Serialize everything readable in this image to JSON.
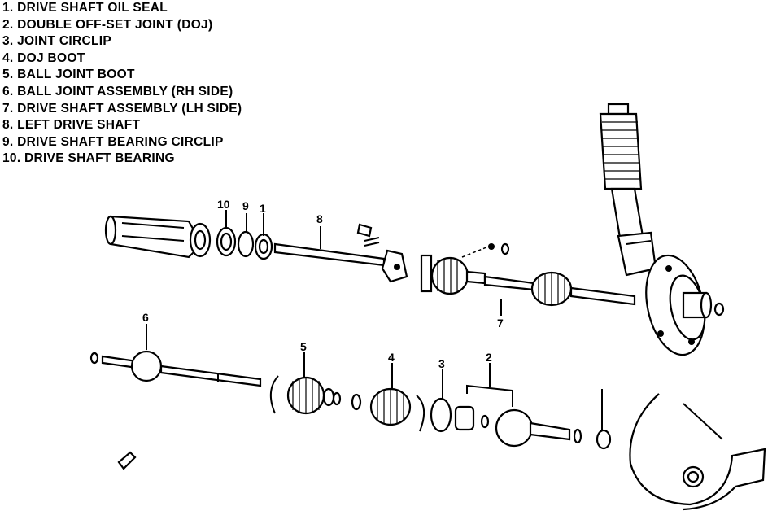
{
  "legend": [
    "1. DRIVE SHAFT OIL SEAL",
    "2. DOUBLE OFF-SET JOINT (DOJ)",
    "3. JOINT CIRCLIP",
    "4. DOJ BOOT",
    "5. BALL JOINT BOOT",
    "6. BALL JOINT ASSEMBLY (RH SIDE)",
    "7. DRIVE SHAFT ASSEMBLY (LH SIDE)",
    "8. LEFT DRIVE SHAFT",
    "9. DRIVE SHAFT BEARING CIRCLIP",
    "10. DRIVE SHAFT BEARING"
  ],
  "callouts": {
    "c1": "1",
    "c2": "2",
    "c3": "3",
    "c4": "4",
    "c5": "5",
    "c6": "6",
    "c7": "7",
    "c8": "8",
    "c9": "9",
    "c10": "10"
  }
}
